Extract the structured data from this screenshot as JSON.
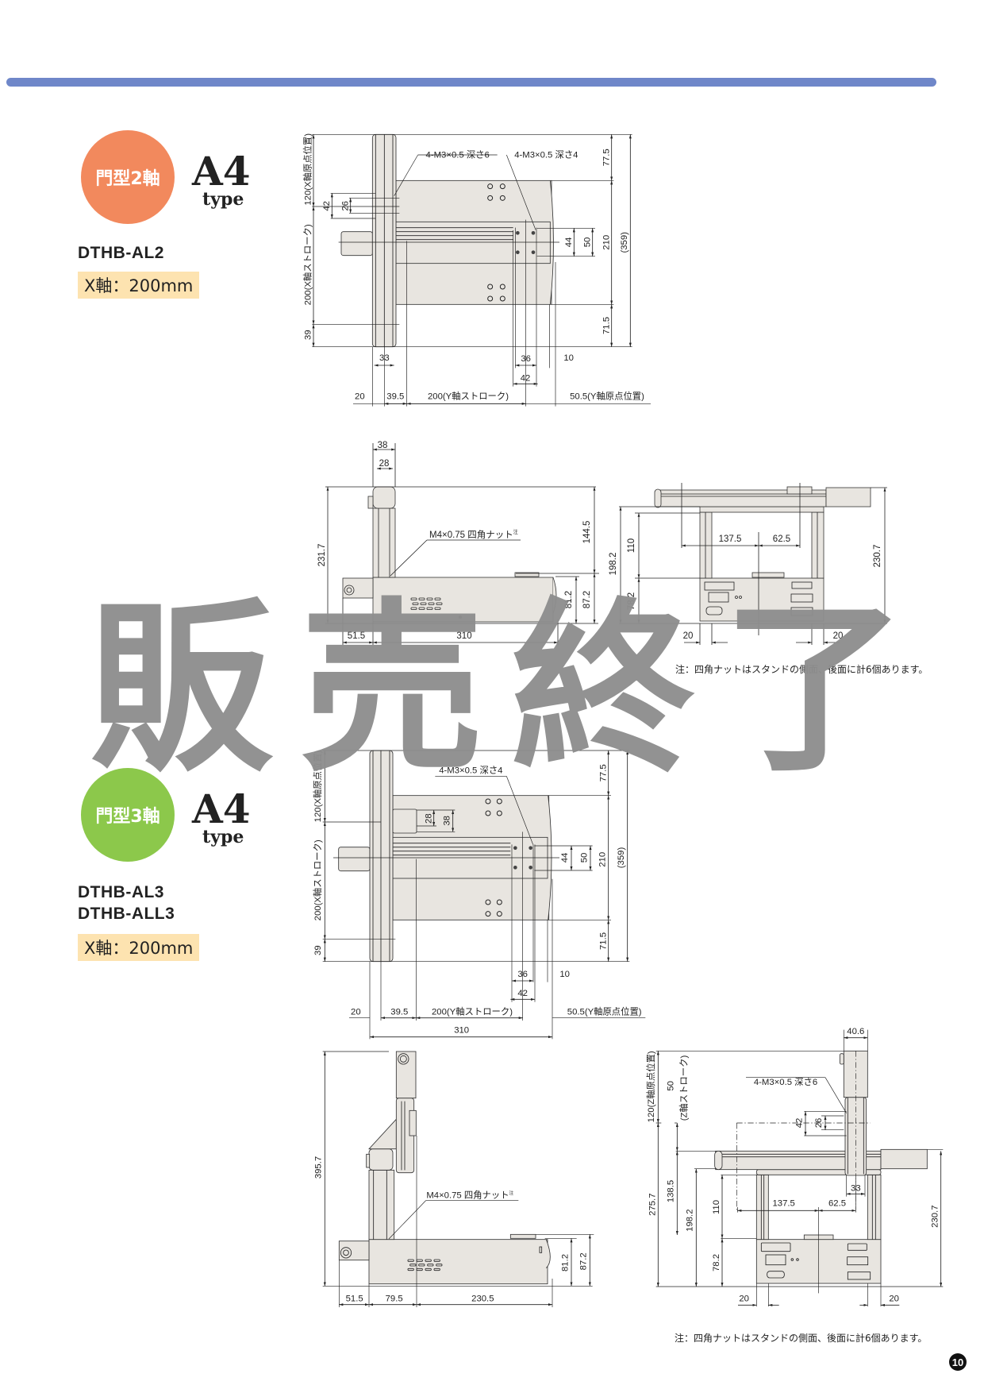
{
  "header_bar_color": "#6f87c9",
  "section1": {
    "badge": "門型2軸",
    "badge_color": "#f2895d",
    "type_big": "A4",
    "type_small": "type",
    "model": "DTHB-AL2",
    "spec": "X軸：200mm"
  },
  "section2": {
    "badge": "門型3軸",
    "badge_color": "#8cc84b",
    "type_big": "A4",
    "type_small": "type",
    "models": [
      "DTHB-AL3",
      "DTHB-ALL3"
    ],
    "spec": "X軸：200mm"
  },
  "watermark": "販売終了",
  "d1": [
    "4-M3×0.5 深さ6",
    "4-M3×0.5 深さ4",
    "120(X軸原点位置)",
    "200(X軸ストローク)",
    "39",
    "42",
    "26",
    "77.5",
    "210",
    "71.5",
    "(359)",
    "44",
    "50",
    "33",
    "36",
    "10",
    "42",
    "20",
    "39.5",
    "200(Y軸ストローク)",
    "50.5(Y軸原点位置)"
  ],
  "d2": [
    "38",
    "28",
    "231.7",
    "144.5",
    "M4×0.75 四角ナット",
    "注",
    "81.2",
    "87.2",
    "51.5",
    "310",
    "198.2",
    "110",
    "78.2",
    "137.5",
    "62.5",
    "230.7",
    "20",
    "20"
  ],
  "d3": [
    "4-M3×0.5 深さ4",
    "120(X軸原点位置)",
    "200(X軸ストローク)",
    "39",
    "28",
    "38",
    "77.5",
    "210",
    "71.5",
    "(359)",
    "44",
    "50",
    "36",
    "10",
    "42",
    "20",
    "39.5",
    "200(Y軸ストローク)",
    "50.5(Y軸原点位置)",
    "310"
  ],
  "d4": [
    "395.7",
    "M4×0.75 四角ナット",
    "注",
    "81.2",
    "87.2",
    "51.5",
    "79.5",
    "230.5",
    "40.6",
    "120(Z軸原点位置)",
    "50",
    "(Z軸ストローク)",
    "4-M3×0.5 深さ6",
    "42",
    "26",
    "275.7",
    "138.5",
    "198.2",
    "110",
    "78.2",
    "137.5",
    "62.5",
    "33",
    "230.7",
    "20",
    "20"
  ],
  "notes": [
    "注：四角ナットはスタンドの側面、後面に計6個あります。",
    "注：四角ナットはスタンドの側面、後面に計6個あります。"
  ],
  "page_number": "10"
}
